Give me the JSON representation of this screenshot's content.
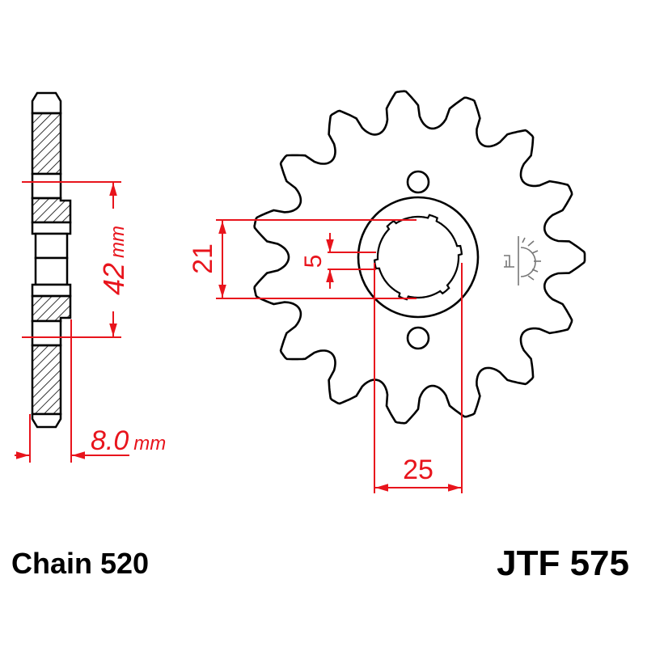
{
  "dimensions": {
    "spline_height": "21",
    "key_width": "5",
    "bore_width": "25",
    "hub_diameter": "42",
    "hub_diameter_unit": "mm",
    "thickness": "8.0",
    "thickness_unit": "mm"
  },
  "sprocket": {
    "teeth": 15
  },
  "labels": {
    "chain": "Chain 520",
    "part_number": "JTF 575"
  },
  "colors": {
    "outline": "#000000",
    "dimension": "#e8141c",
    "symbol": "#777777"
  }
}
